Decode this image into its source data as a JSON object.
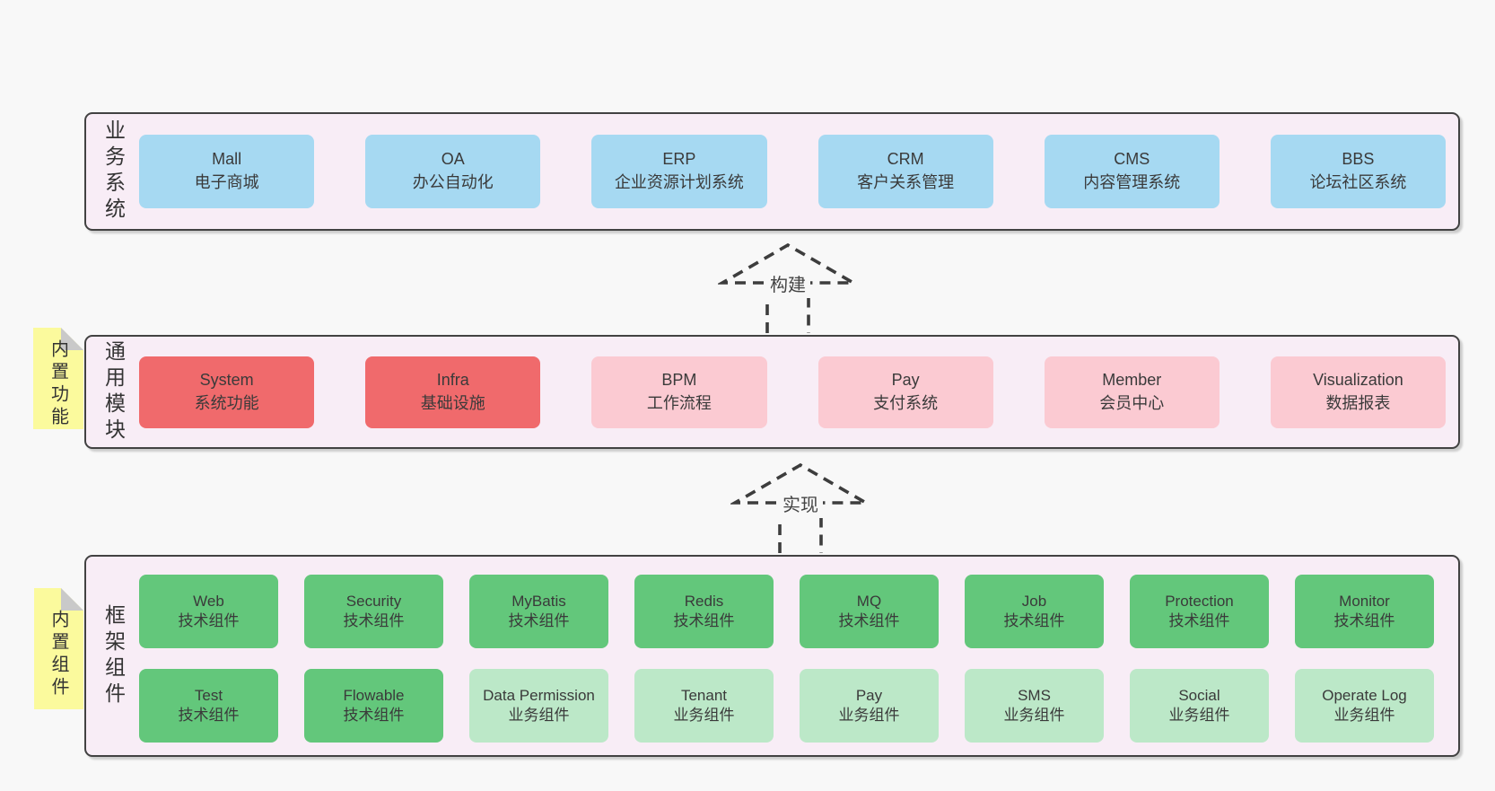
{
  "colors": {
    "page_bg": "#f8f8f8",
    "band_bg": "#f8edf6",
    "band_border": "#424242",
    "blue": "#a6d9f2",
    "red": "#f06a6c",
    "pink": "#fbcad2",
    "green_dark": "#63c77b",
    "green_light": "#bce8c8",
    "yellow": "#fbfa9d",
    "fold_gray": "#c9c9c9",
    "text": "#3a3a3a"
  },
  "business_band": {
    "label": "业务系统",
    "boxes": [
      {
        "en": "Mall",
        "zh": "电子商城"
      },
      {
        "en": "OA",
        "zh": "办公自动化"
      },
      {
        "en": "ERP",
        "zh": "企业资源计划系统"
      },
      {
        "en": "CRM",
        "zh": "客户关系管理"
      },
      {
        "en": "CMS",
        "zh": "内容管理系统"
      },
      {
        "en": "BBS",
        "zh": "论坛社区系统"
      }
    ]
  },
  "arrows": {
    "build": "构建",
    "implement": "实现"
  },
  "module_band": {
    "sticky": "内置功能",
    "label": "通用模块",
    "boxes": [
      {
        "en": "System",
        "zh": "系统功能"
      },
      {
        "en": "Infra",
        "zh": "基础设施"
      },
      {
        "en": "BPM",
        "zh": "工作流程"
      },
      {
        "en": "Pay",
        "zh": "支付系统"
      },
      {
        "en": "Member",
        "zh": "会员中心"
      },
      {
        "en": "Visualization",
        "zh": "数据报表"
      }
    ]
  },
  "component_band": {
    "sticky": "内置组件",
    "label": "框架组件",
    "row1": [
      {
        "en": "Web",
        "zh": "技术组件"
      },
      {
        "en": "Security",
        "zh": "技术组件"
      },
      {
        "en": "MyBatis",
        "zh": "技术组件"
      },
      {
        "en": "Redis",
        "zh": "技术组件"
      },
      {
        "en": "MQ",
        "zh": "技术组件"
      },
      {
        "en": "Job",
        "zh": "技术组件"
      },
      {
        "en": "Protection",
        "zh": "技术组件"
      },
      {
        "en": "Monitor",
        "zh": "技术组件"
      }
    ],
    "row2": [
      {
        "en": "Test",
        "zh": "技术组件"
      },
      {
        "en": "Flowable",
        "zh": "技术组件"
      },
      {
        "en": "Data Permission",
        "zh": "业务组件"
      },
      {
        "en": "Tenant",
        "zh": "业务组件"
      },
      {
        "en": "Pay",
        "zh": "业务组件"
      },
      {
        "en": "SMS",
        "zh": "业务组件"
      },
      {
        "en": "Social",
        "zh": "业务组件"
      },
      {
        "en": "Operate Log",
        "zh": "业务组件"
      }
    ]
  }
}
